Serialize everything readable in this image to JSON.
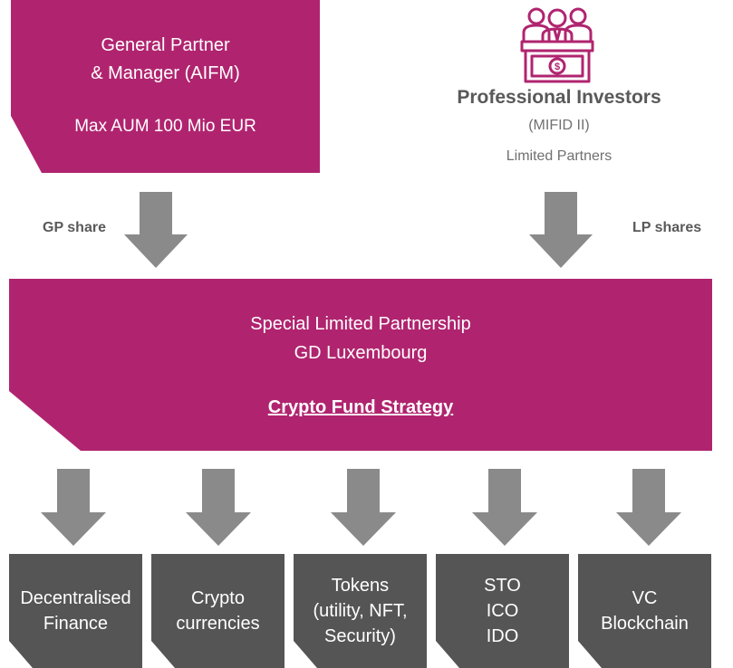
{
  "gp": {
    "line1": "General Partner",
    "line2": "& Manager (AIFM)",
    "line3": "Max AUM 100 Mio EUR"
  },
  "investors": {
    "icon": "investors-at-desk-with-money-icon",
    "title": "Professional Investors",
    "subtitle": "(MIFID II)",
    "role": "Limited Partners"
  },
  "flows": {
    "gp_share": "GP share",
    "lp_shares": "LP shares"
  },
  "partnership": {
    "line1": "Special Limited Partnership",
    "line2": "GD Luxembourg",
    "strategy": "Crypto Fund Strategy"
  },
  "categories": [
    {
      "label": "Decentralised\nFinance"
    },
    {
      "label": "Crypto\ncurrencies"
    },
    {
      "label": "Tokens\n(utility, NFT,\nSecurity)"
    },
    {
      "label": "STO\nICO\nIDO"
    },
    {
      "label": "VC\nBlockchain"
    }
  ],
  "colors": {
    "primary": "#b0246f",
    "box_gray": "#555555",
    "arrow_gray": "#8a8a8a",
    "label_gray": "#595959"
  }
}
